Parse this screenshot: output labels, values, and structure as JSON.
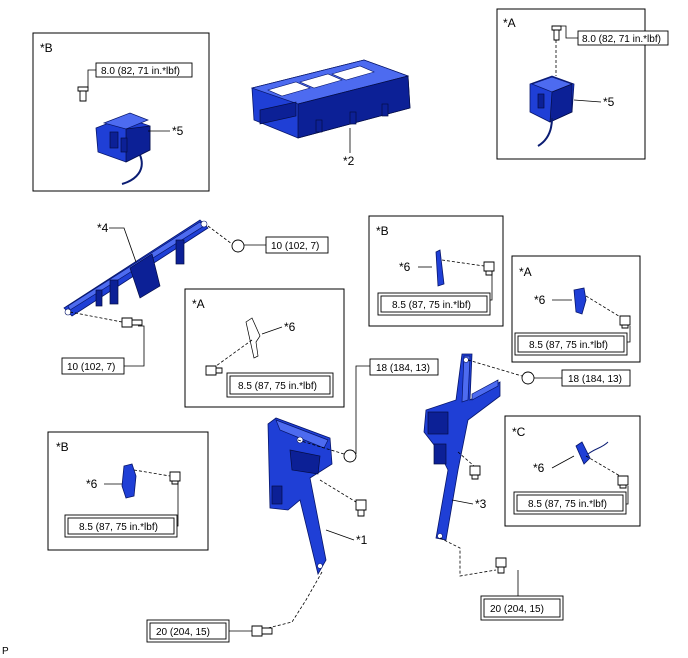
{
  "views": {
    "A": "*A",
    "B": "*B",
    "C": "*C"
  },
  "parts": {
    "p1": "*1",
    "p2": "*2",
    "p3": "*3",
    "p4": "*4",
    "p5": "*5",
    "p6": "*6"
  },
  "torques": {
    "t8_0": "8.0 (82, 71 in.*lbf)",
    "t8_5": "8.5 (87, 75 in.*lbf)",
    "t10": "10 (102, 7)",
    "t18": "18 (184, 13)",
    "t20": "20 (204, 15)"
  },
  "footer": {
    "code": "P"
  }
}
